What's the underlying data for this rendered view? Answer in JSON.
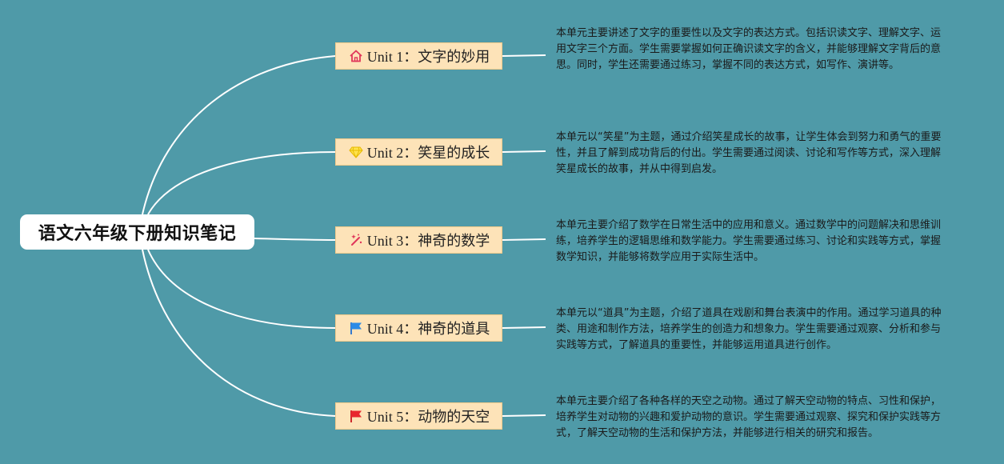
{
  "root": {
    "title": "语文六年级下册知识笔记"
  },
  "units": [
    {
      "label": "Unit 1：文字的妙用",
      "icon": "home-icon",
      "description": "本单元主要讲述了文字的重要性以及文字的表达方式。包括识读文字、理解文字、运用文字三个方面。学生需要掌握如何正确识读文字的含义，并能够理解文字背后的意思。同时，学生还需要通过练习，掌握不同的表达方式，如写作、演讲等。"
    },
    {
      "label": "Unit 2：笑星的成长",
      "icon": "diamond-icon",
      "description": "本单元以“笑星”为主题，通过介绍笑星成长的故事，让学生体会到努力和勇气的重要性，并且了解到成功背后的付出。学生需要通过阅读、讨论和写作等方式，深入理解笑星成长的故事，并从中得到启发。"
    },
    {
      "label": "Unit 3：神奇的数学",
      "icon": "magic-wand-icon",
      "description": "本单元主要介绍了数学在日常生活中的应用和意义。通过数学中的问题解决和思维训练，培养学生的逻辑思维和数学能力。学生需要通过练习、讨论和实践等方式，掌握数学知识，并能够将数学应用于实际生活中。"
    },
    {
      "label": "Unit 4：神奇的道具",
      "icon": "blue-flag-icon",
      "description": "本单元以“道具”为主题，介绍了道具在戏剧和舞台表演中的作用。通过学习道具的种类、用途和制作方法，培养学生的创造力和想象力。学生需要通过观察、分析和参与实践等方式，了解道具的重要性，并能够运用道具进行创作。"
    },
    {
      "label": "Unit 5：动物的天空",
      "icon": "red-flag-icon",
      "description": "本单元主要介绍了各种各样的天空之动物。通过了解天空动物的特点、习性和保护，培养学生对动物的兴趣和爱护动物的意识。学生需要通过观察、探究和保护实践等方式，了解天空动物的生活和保护方法，并能够进行相关的研究和报告。"
    }
  ],
  "colors": {
    "background": "#4f9aa8",
    "unit_fill": "#fde3b8",
    "connector": "#ffffff"
  }
}
